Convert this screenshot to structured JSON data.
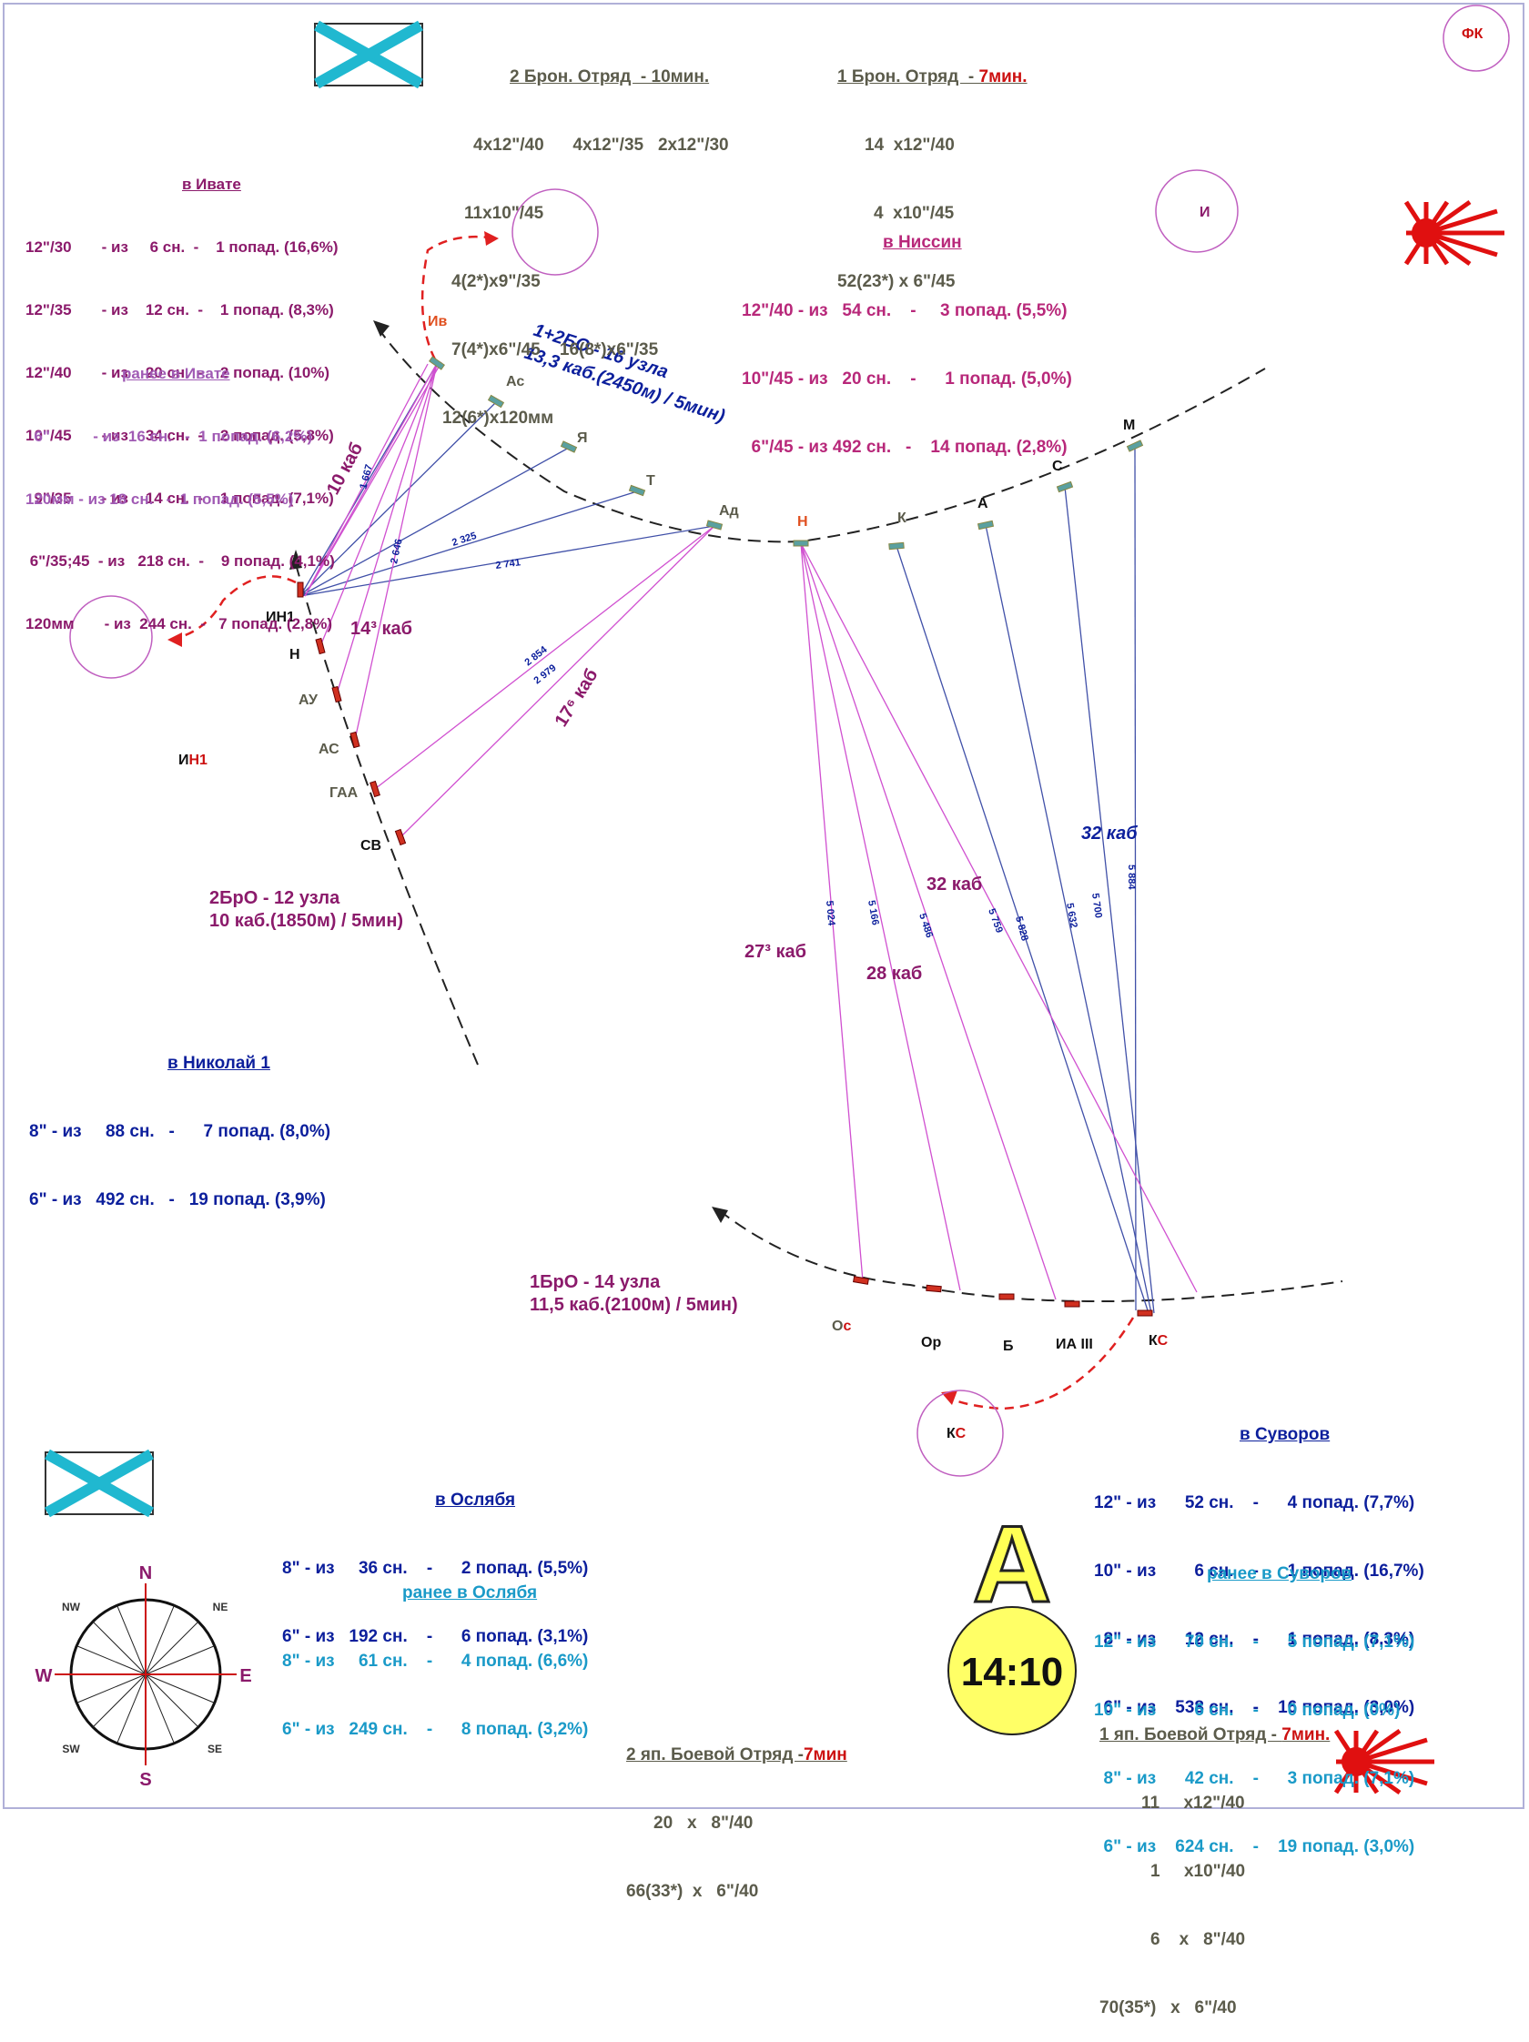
{
  "colors": {
    "japanese": "#8b1a6b",
    "russian": "#0c1f9c",
    "earlier": "#a05ab4",
    "earlier_ru": "#1a9ac8",
    "grey": "#5b5b4b",
    "red": "#cc1010",
    "track": "#222222",
    "fire_jp": "#d050d0",
    "fire_ru": "#4050a8",
    "circle": "#c060c0",
    "flag_cross": "#20b8d0",
    "sun": "#e01010",
    "clock_fill": "#ffff66"
  },
  "top_center": {
    "title": "2 Брон. Отряд  - 10мин.",
    "lines": [
      "4x12\"/40",
      "4x12\"/35",
      "2x12\"/30",
      "11x10\"/45",
      "4(2*)x9\"/35",
      "7(4*)x6\"/45",
      "16(8*)x6\"/35",
      "12(6*)x120мм"
    ]
  },
  "top_right": {
    "title": "1 Брон. Отряд  - ",
    "title_time": "7мин.",
    "lines": [
      "14  x12\"/40",
      "4  x10\"/45",
      "52(23*) x 6\"/45"
    ]
  },
  "ivate": {
    "title": "в Ивате",
    "rows": [
      "12\"/30       - из     6 сн.  -    1 попад. (16,6%)",
      "12\"/35       - из    12 сн.  -    1 попад. (8,3%)",
      "12\"/40       - из    20 сн.  -    2 попад. (10%)",
      "10\"/45       - из    34 сн.  -    2 попад. (5,8%)",
      "  9\"/35       - из    14 сн.  -    1 попад. (7,1%)",
      " 6\"/35;45  - из   218 сн.  -    9 попад. (4,1%)",
      "120мм       - из  244 сн.  -   7 попад. (2,8%)"
    ]
  },
  "ivate_earlier": {
    "title": "ранее в Ивате",
    "rows": [
      "  6\"          - из  16 сн.   -  1 попад. (6,2%)",
      "120мм - из 18 сн.   -  1 попад. (5,5%)"
    ]
  },
  "nissin": {
    "title": "в Ниссин",
    "rows": [
      "12\"/40 - из   54 сн.    -     3 попад. (5,5%)",
      "10\"/45 - из   20 сн.    -      1 попад. (5,0%)",
      "  6\"/45 - из 492 сн.   -    14 попад. (2,8%)"
    ]
  },
  "nikolai": {
    "title": "в Николай 1",
    "rows": [
      "8\" - из     88 сн.   -      7 попад. (8,0%)",
      "6\" - из   492 сн.   -   19 попад. (3,9%)"
    ]
  },
  "oslyabya": {
    "title": "в Ослябя",
    "rows": [
      "8\" - из     36 сн.    -      2 попад. (5,5%)",
      "6\" - из   192 сн.    -      6 попад. (3,1%)"
    ]
  },
  "oslyabya_earlier": {
    "title": "ранее в Ослябя",
    "rows": [
      "8\" - из     61 сн.    -      4 попад. (6,6%)",
      "6\" - из   249 сн.    -      8 попад. (3,2%)"
    ]
  },
  "suvorov": {
    "title": "в Суворов",
    "rows": [
      "12\" - из      52 сн.    -      4 попад. (7,7%)",
      "10\" - из        6 сн.    -      1 попад. (16,7%)",
      "  8\" - из      12 сн.    -      1 попад. (8,3%)",
      "  6\" - из    538 сн.    -    16 попад. (3,0%)"
    ]
  },
  "suvorov_earlier": {
    "title": "ранее в Суворов",
    "rows": [
      "12\" - из      70 сн.    -      5 попад. (7,1%)",
      "10\" - из        6 сн.    -      0 попад. (0%)",
      "  8\" - из      42 сн.    -      3 попад. (7,1%)",
      "  6\" - из    624 сн.    -    19 попад. (3,0%)"
    ]
  },
  "jp_battle_2": {
    "title": "2 яп. Боевой Отряд -",
    "title_time": "7мин",
    "lines": [
      "20   x   8\"/40",
      "66(33*)  x   6\"/40"
    ]
  },
  "jp_battle_1": {
    "title": "1 яп. Боевой Отряд - ",
    "title_time": "7мин.",
    "lines": [
      "11     x12\"/40",
      "1     x10\"/40",
      "6    x   8\"/40",
      "70(35*)   x   6\"/40"
    ]
  },
  "speeds": {
    "jp_main_1": "1+2БО - 16 узла",
    "jp_main_2": "13,3 каб.(2450м) / 5мин)",
    "ru2_1": "2БрО - 12 узла",
    "ru2_2": "10 каб.(1850м) / 5мин)",
    "ru1_1": "1БрО - 14 узла",
    "ru1_2": "11,5 каб.(2100м) / 5мин)"
  },
  "ranges": [
    "10 каб",
    "14³ каб",
    "17⁶ каб",
    "27³ каб",
    "28 каб",
    "32 каб",
    "32 каб"
  ],
  "line_labels": [
    "1 667",
    "2 646",
    "2 325",
    "2 741",
    "2 854",
    "2 979",
    "5 024",
    "5 166",
    "5 486",
    "5 759",
    "5 828",
    "5 632",
    "5 700",
    "5 884"
  ],
  "ship_labels": {
    "iv": "Ив",
    "as_jp": "Ас",
    "ya": "Я",
    "t": "Т",
    "ad": "Ад",
    "n_jp": "Н",
    "k": "К",
    "a": "А",
    "c": "С",
    "m": "М",
    "in1": "ИН1",
    "n_ru": "Н",
    "au": "АУ",
    "as_ru": "АС",
    "gaa": "ГАА",
    "sv": "СВ",
    "in1_old_a": "И",
    "in1_old_b": "Н1",
    "os_a": "О",
    "os_b": "с",
    "or": "Ор",
    "b": "Б",
    "ia": "ИА III",
    "ks_a": "К",
    "ks_b": "С",
    "ks_old_a": "К",
    "ks_old_b": "С",
    "fk": "ФК",
    "i_circle": "И"
  },
  "compass": {
    "n": "N",
    "s": "S",
    "w": "W",
    "e": "E",
    "ne": "NE",
    "nw": "NW",
    "se": "SE",
    "sw": "SW"
  },
  "clock": {
    "letter": "А",
    "time": "14:10"
  }
}
